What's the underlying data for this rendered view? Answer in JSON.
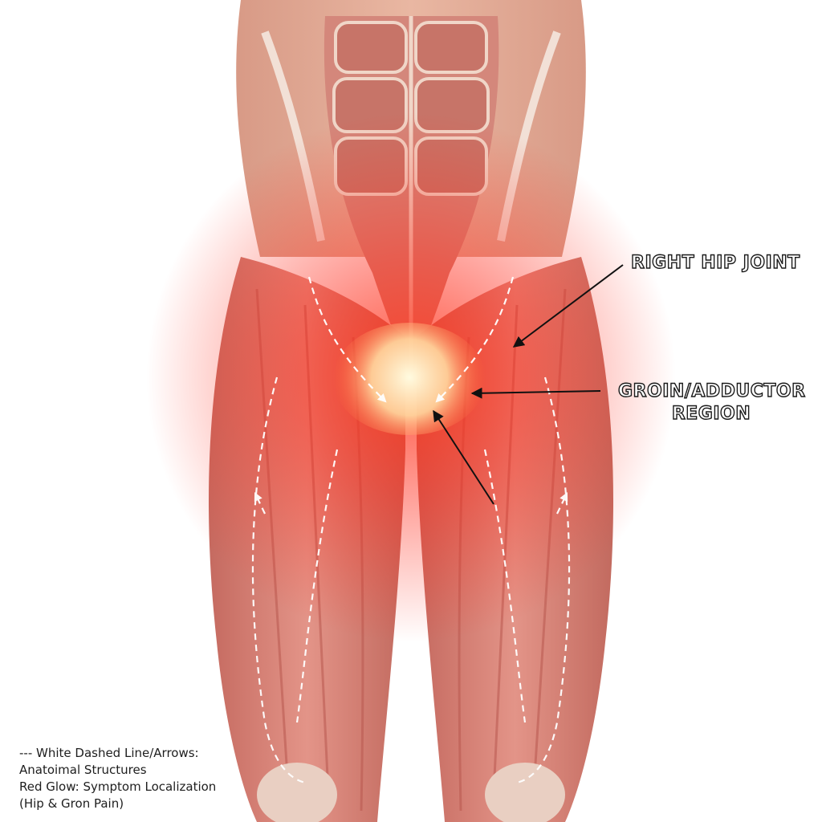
{
  "labels": {
    "right_hip_joint": "RIGHT HIP JOINT",
    "groin_line1": "GROIN/ADDUCTOR",
    "groin_line2": "REGION"
  },
  "legend": {
    "line1": "--- White Dashed Line/Arrows:",
    "line2": "Anatoimal Structures",
    "line3": "Red Glow: Symptom Localization",
    "line4": "(Hip & Gron Pain)"
  },
  "colors": {
    "background": "#ffffff",
    "muscle": "#d98378",
    "muscle_dark": "#b8574f",
    "skin": "#e7b09a",
    "tendon": "#f1ddd2",
    "glow_core": "#fff4c0",
    "glow_red": "#ff2a1a",
    "arrow": "#111111",
    "dashed_line": "#ffffff"
  }
}
